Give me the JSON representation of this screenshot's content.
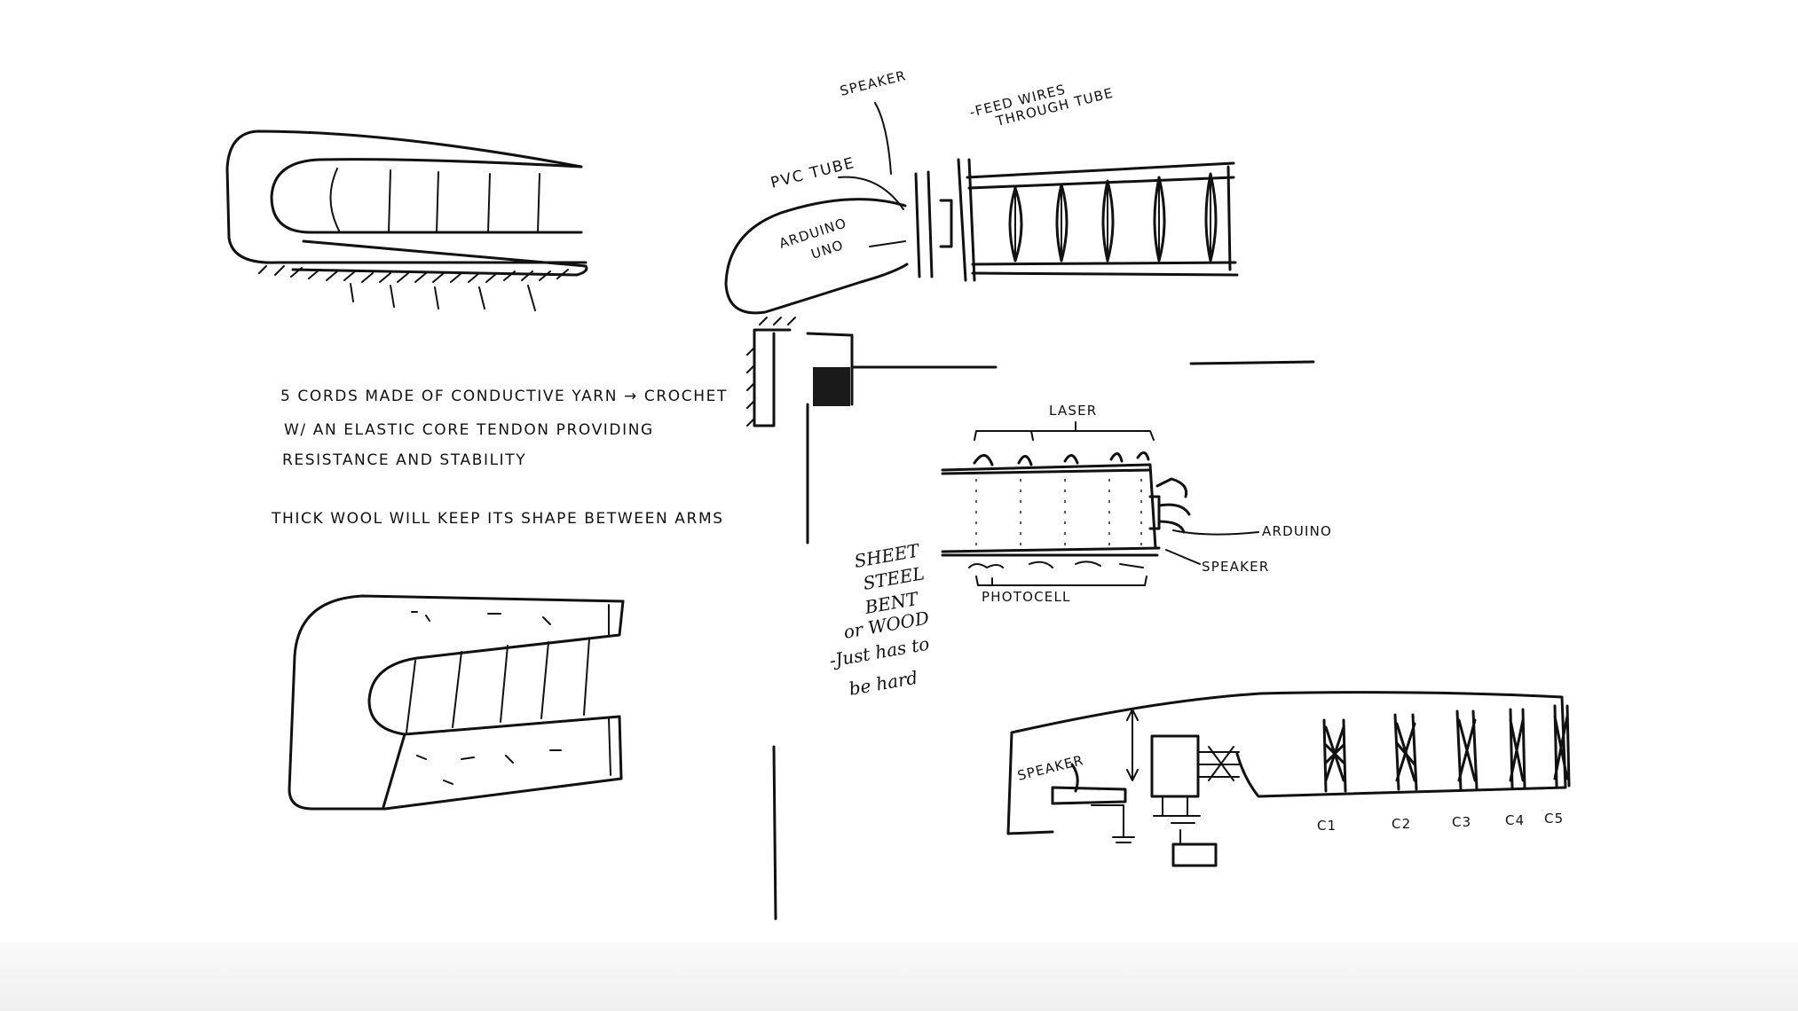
{
  "notes": {
    "line1": "5 CORDS MADE OF CONDUCTIVE YARN → CROCHET",
    "line2": "W/ AN ELASTIC CORE TENDON PROVIDING",
    "line3": "RESISTANCE AND STABILITY",
    "line4": "THICK WOOL WILL KEEP ITS SHAPE BETWEEN ARMS"
  },
  "tube_sketch": {
    "speaker": "SPEAKER",
    "feed1": "-FEED WIRES",
    "feed2": "THROUGH TUBE",
    "pvc": "PVC TUBE",
    "arduino1": "ARDUINO",
    "arduino2": "UNO"
  },
  "laser_sketch": {
    "laser": "LASER",
    "arduino": "ARDUINO",
    "speaker": "SPEAKER",
    "photocell": "PHOTOCELL",
    "sheet1": "SHEET",
    "sheet2": "STEEL",
    "sheet3": "BENT",
    "sheet4": "or WOOD",
    "sheet5": "-Just has to",
    "sheet6": "be hard"
  },
  "cross_section": {
    "speaker": "SPEAKER",
    "c1": "C1",
    "c2": "C2",
    "c3": "C3",
    "c4": "C4",
    "c5": "C5"
  }
}
